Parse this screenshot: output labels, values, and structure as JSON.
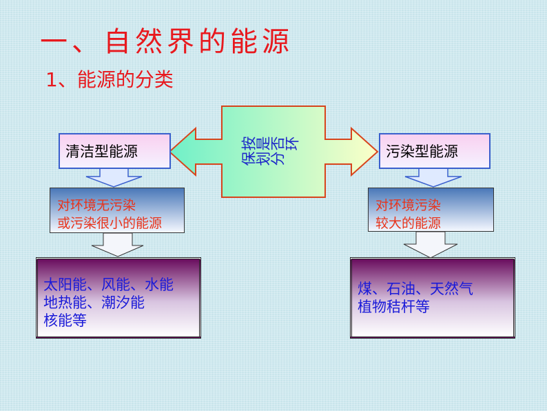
{
  "title": "一、自然界的能源",
  "subtitle": "1、能源的分类",
  "center": "按是否环保划分",
  "left": {
    "type": "清洁型能源",
    "feature": [
      "对环境无污染",
      "或污染很小的能源"
    ],
    "examples": [
      "太阳能、风能、水能",
      "地热能、潮汐能",
      "核能等"
    ]
  },
  "right": {
    "type": "污染型能源",
    "feature": [
      "对环境污染",
      "较大的能源"
    ],
    "examples": [
      "煤、石油、天然气",
      "植物秸杆等"
    ]
  }
}
